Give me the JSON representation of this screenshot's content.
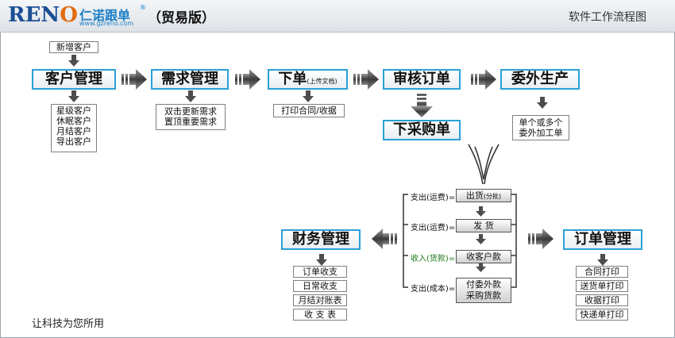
{
  "header": {
    "logo_prefix": "REN",
    "logo_o": "O",
    "logo_cn": "仁诺跟单",
    "logo_url": "www.gzreno.com",
    "logo_reg": "®",
    "edition": "（贸易版）",
    "flow_title": "软件工作流程图"
  },
  "top_flow": {
    "new_customer": "新增客户",
    "customer_mgmt": "客户管理",
    "customer_sub": [
      "星级客户",
      "休眠客户",
      "月结客户",
      "导出客户"
    ],
    "demand_mgmt": "需求管理",
    "demand_sub": [
      "双击更新需求",
      "置顶重要需求"
    ],
    "order_main": "下单",
    "order_note": "(上传文档)",
    "order_sub": "打印合同/收据",
    "review_order": "审核订单",
    "purchase_order": "下采购单",
    "outsource": "委外生产",
    "outsource_sub": [
      "单个或多个",
      "委外加工单"
    ]
  },
  "process": {
    "steps": [
      {
        "left": "支出(运费)",
        "name": "出货",
        "note": "(分批)",
        "green": false
      },
      {
        "left": "支出(运费)",
        "name": "发 货",
        "note": "",
        "green": false
      },
      {
        "left": "收入(货款)",
        "name": "收客户款",
        "note": "",
        "green": true
      },
      {
        "left": "支出(成本)",
        "name": "付委外款",
        "name2": "采购货款",
        "note": "",
        "green": false
      }
    ],
    "arrow_sign": "="
  },
  "finance": {
    "title": "财务管理",
    "items": [
      "订单收支",
      "日常收支",
      "月结对账表",
      "收 支 表"
    ]
  },
  "order_mgmt": {
    "title": "订单管理",
    "items": [
      "合同打印",
      "送货单打印",
      "收据打印",
      "快递单打印"
    ]
  },
  "footer": {
    "text": "让科技为您所用"
  },
  "colors": {
    "accent_border": "#2b9fd8",
    "logo_blue": "#1b4f95",
    "logo_orange": "#e26b10",
    "income_green": "#1d7a1d"
  }
}
